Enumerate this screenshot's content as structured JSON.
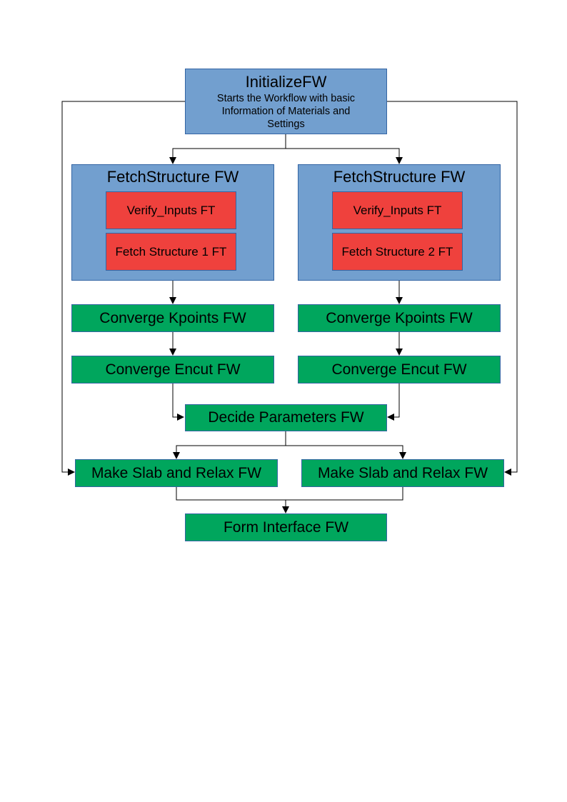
{
  "initialize": {
    "title": "InitializeFW",
    "description": "Starts the Workflow with basic Information of Materials and Settings"
  },
  "fetch_left": {
    "title": "FetchStructure FW",
    "task1": "Verify_Inputs FT",
    "task2": "Fetch Structure 1 FT"
  },
  "fetch_right": {
    "title": "FetchStructure FW",
    "task1": "Verify_Inputs FT",
    "task2": "Fetch Structure 2 FT"
  },
  "kpoints_left": "Converge Kpoints FW",
  "kpoints_right": "Converge Kpoints FW",
  "encut_left": "Converge Encut FW",
  "encut_right": "Converge Encut FW",
  "decide": "Decide Parameters FW",
  "slab_left": "Make Slab and Relax FW",
  "slab_right": "Make Slab and Relax FW",
  "interface": "Form Interface FW",
  "colors": {
    "firework_blue": "#729fcf",
    "firetask_red": "#ef413d",
    "firework_green": "#00a65d",
    "border": "#3465a4"
  }
}
